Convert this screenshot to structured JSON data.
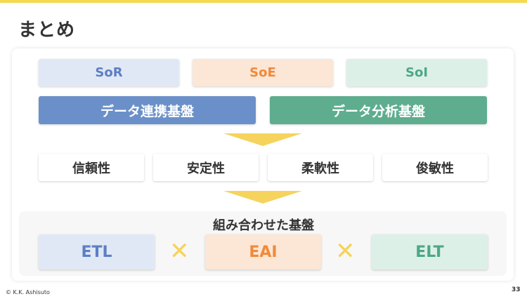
{
  "title": "まとめ",
  "systems": [
    {
      "label": "SoR",
      "bg": "#E1E8F5",
      "color": "#5C7FC4"
    },
    {
      "label": "SoE",
      "bg": "#FCE6D5",
      "color": "#F08A3A"
    },
    {
      "label": "SoI",
      "bg": "#DDF0E8",
      "color": "#4CA886"
    }
  ],
  "platforms": [
    {
      "label": "データ連携基盤",
      "bg": "#6B90C9"
    },
    {
      "label": "データ分析基盤",
      "bg": "#5EAD8F"
    }
  ],
  "qualities": [
    "信頼性",
    "安定性",
    "柔軟性",
    "俊敏性"
  ],
  "combination": {
    "title": "組み合わせた基盤",
    "items": [
      {
        "label": "ETL",
        "bg": "#E1E8F5",
        "color": "#5C7FC4"
      },
      {
        "label": "EAI",
        "bg": "#FCE6D5",
        "color": "#F08A3A"
      },
      {
        "label": "ELT",
        "bg": "#DDF0E8",
        "color": "#4CA886"
      }
    ],
    "operator": "✕"
  },
  "footer": {
    "copyright": "© K.K. Ashisuto",
    "page_number": "33"
  },
  "colors": {
    "accent": "#F5D35C"
  }
}
